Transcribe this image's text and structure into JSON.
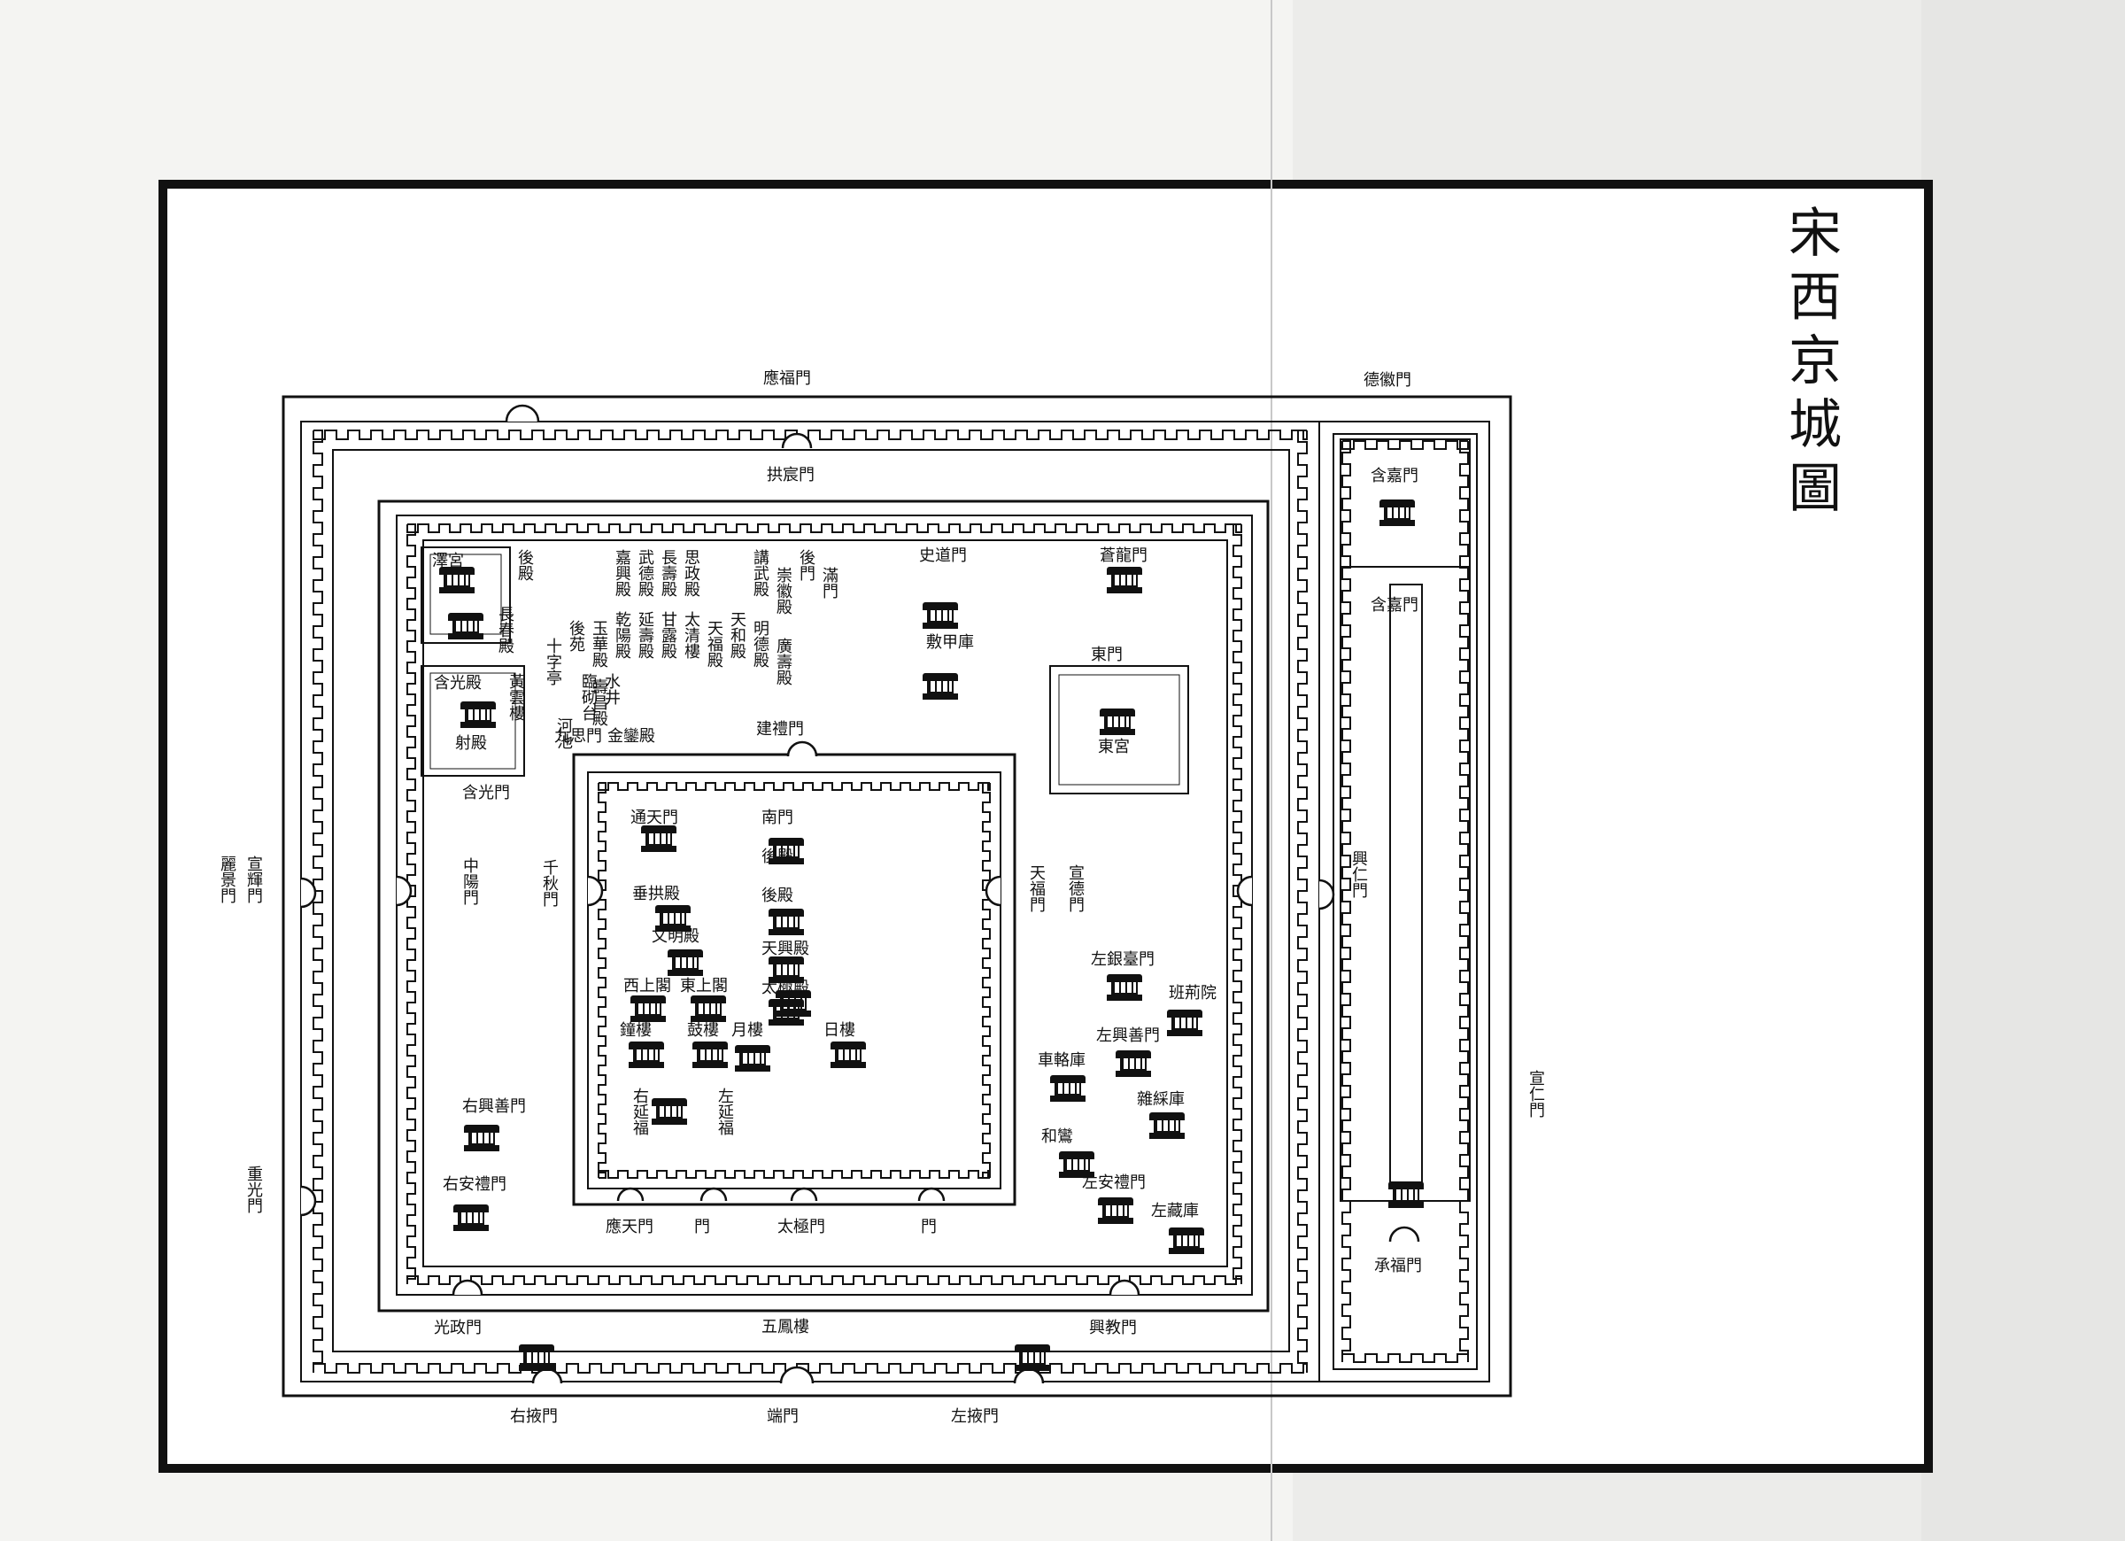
{
  "title": [
    "宋",
    "西",
    "京",
    "城",
    "圖"
  ],
  "colors": {
    "ink": "#111111",
    "paper": "#ffffff",
    "background": "#f4f4f2",
    "shadow": "#d4d4d4"
  },
  "labels": {
    "yingfu_gate": "應福門",
    "gongchen_gate": "拱宸門",
    "dehui_gate": "德徽門",
    "hejia_gate_north": "含嘉門",
    "hejia_gate_south": "含嘉門",
    "chengfu_gate": "承福門",
    "xuanren_gate": "宣仁門",
    "wufeng_lou": "五鳳樓",
    "guangzheng_gate": "光政門",
    "xingjiao_gate": "興教門",
    "youye_gate": "右掖門",
    "duan_gate": "端門",
    "zuoye_gate": "左掖門",
    "jiande_gate": "建禮門",
    "nan_gate": "南門",
    "houdian": "後殿",
    "tianxing_dian": "天興殿",
    "taiji_dian": "太極殿",
    "ri_lou": "日樓",
    "yue_lou": "月樓",
    "tongtian_gate": "通天門",
    "chuigong_dian": "垂拱殿",
    "wenming_dian": "文明殿",
    "dongshang_ge": "東上閣",
    "xishang_ge": "西上閣",
    "gu_lou": "鼓樓",
    "zhong_lou": "鐘樓",
    "zuoyanfu": "左延福",
    "youyanfu": "右延福",
    "yingtian_gate": "應天門",
    "men_a": "門",
    "men_b": "門",
    "taiji_gate": "太極門",
    "qianfu_gate": "千秋門",
    "tiansi_gate": "天福門",
    "xuande_gate": "宣德門",
    "youxingshan_gate": "右興善門",
    "youanli_gate": "右安禮門",
    "zuoyinzhi_gate": "左銀臺門",
    "banjian_yuan": "班荊院",
    "zuoxingshan_gate": "左興善門",
    "chelu_ku": "車輅庫",
    "zaxian_ku": "雜綵庫",
    "heluan": "和鸞",
    "zuoanli_gate": "左安禮門",
    "zuozang_ku": "左藏庫",
    "cangzhong_gate": "蒼龍門",
    "shidao_gate": "史道門",
    "hou_dian2": "後殿",
    "shujia_ku": "敷甲庫",
    "dong_gate": "東門",
    "dong_gong": "東宮",
    "zechuan_gong": "澤宮",
    "houdian_nw": "後殿",
    "changchun_dian": "長春殿",
    "hanguang_dian": "含光殿",
    "huangyun_lou": "黃雲樓",
    "she_dian": "射殿",
    "hanguang_gate": "含光門",
    "xuanhui_gate": "宣輝門",
    "lizhe_gate": "麗景門",
    "jiugu_gate": "九思門",
    "jinluan_dian": "金鑾殿",
    "zhongyang_gate": "中陽門",
    "xingxian_gate": "興仁門",
    "ranyi_gate": "重光門",
    "palace_cols": [
      "嘉興殿",
      "武德殿",
      "乾陽殿",
      "延壽殿",
      "長壽殿",
      "思政殿",
      "甘露殿",
      "太清樓",
      "玉華殿",
      "天福殿",
      "壽昌殿",
      "天和殿",
      "明德殿",
      "廣壽殿",
      "後門",
      "滿門",
      "崇徽殿",
      "講武殿"
    ],
    "garden_cols": [
      "後苑",
      "十字亭",
      "臨砌台",
      "水井",
      "河池"
    ]
  }
}
